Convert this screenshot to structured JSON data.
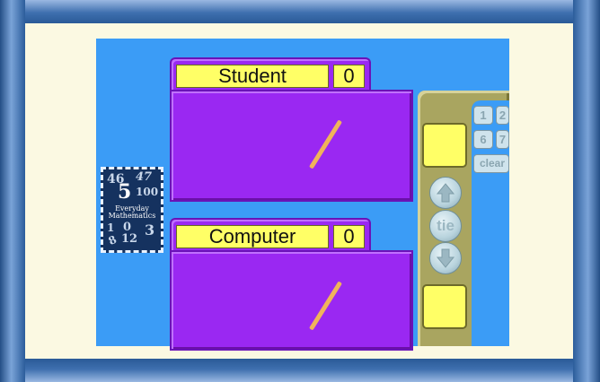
{
  "players": {
    "student": {
      "name": "Student",
      "score": "0"
    },
    "computer": {
      "name": "Computer",
      "score": "0"
    }
  },
  "logo": {
    "line1": "Everyday",
    "line2": "Mathematics"
  },
  "controls": {
    "key_1": "1",
    "key_2": "2",
    "key_6": "6",
    "key_7": "7",
    "clear": "clear",
    "tie": "tie",
    "up_arrow_icon": "up-arrow-icon",
    "down_arrow_icon": "down-arrow-icon"
  },
  "colors": {
    "panel": "#9a28f2",
    "label": "#ffff66",
    "stage": "#3b9cf6",
    "frame": "#2a5c98",
    "cream": "#fbf9e2"
  }
}
